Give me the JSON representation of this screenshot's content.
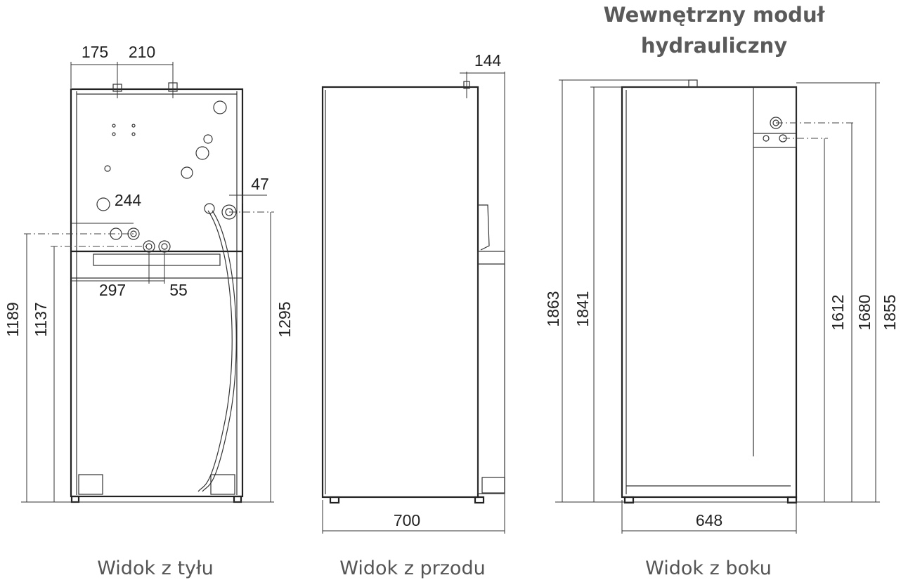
{
  "title": {
    "line1": "Wewnętrzny moduł",
    "line2": "hydrauliczny"
  },
  "views": {
    "back": {
      "caption": "Widok z tyłu"
    },
    "front": {
      "caption": "Widok z przodu"
    },
    "side": {
      "caption": "Widok z boku"
    }
  },
  "dimensions": {
    "back": {
      "d175": "175",
      "d210": "210",
      "d47": "47",
      "d244": "244",
      "d297": "297",
      "d55": "55",
      "d1189": "1189",
      "d1137": "1137",
      "d1295": "1295"
    },
    "front": {
      "d144": "144",
      "d700": "700"
    },
    "side": {
      "d1863": "1863",
      "d1841": "1841",
      "d1612": "1612",
      "d1680": "1680",
      "d1855": "1855",
      "d648": "648"
    }
  }
}
